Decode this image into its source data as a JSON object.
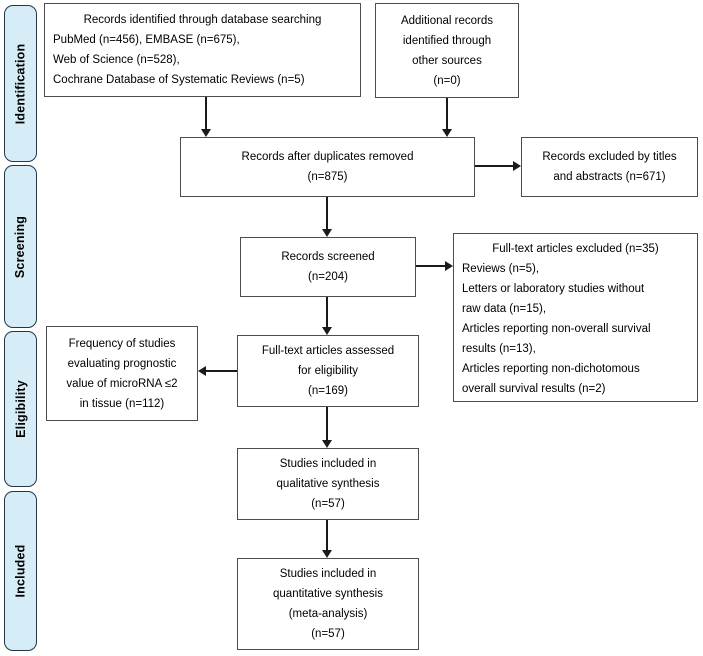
{
  "sidebar": {
    "stages": [
      {
        "label": "Identification"
      },
      {
        "label": "Screening"
      },
      {
        "label": "Eligibility"
      },
      {
        "label": "Included"
      }
    ]
  },
  "boxes": {
    "db_search": {
      "lines": [
        "Records identified through database searching",
        "PubMed (n=456), EMBASE (n=675),",
        "Web of Science (n=528),",
        "Cochrane Database of Systematic Reviews (n=5)"
      ]
    },
    "other_sources": {
      "lines": [
        "Additional records",
        "identified through",
        "other sources",
        "(n=0)"
      ]
    },
    "duplicates_removed": {
      "lines": [
        "Records after duplicates removed",
        "(n=875)"
      ]
    },
    "excluded_titles": {
      "lines": [
        "Records excluded by titles",
        "and abstracts (n=671)"
      ]
    },
    "records_screened": {
      "lines": [
        "Records screened",
        "(n=204)"
      ]
    },
    "fulltext_excluded": {
      "lines": [
        "Full-text articles excluded (n=35)",
        "Reviews (n=5),",
        "Letters or laboratory studies without",
        "raw data (n=15),",
        "Articles reporting non-overall survival",
        "results (n=13),",
        "Articles reporting non-dichotomous",
        "overall survival results (n=2)"
      ]
    },
    "fulltext_assessed": {
      "lines": [
        "Full-text articles assessed",
        "for eligibility",
        "(n=169)"
      ]
    },
    "frequency": {
      "lines": [
        "Frequency of studies",
        "evaluating prognostic",
        "value of microRNA ≤2",
        "in tissue (n=112)"
      ]
    },
    "qualitative": {
      "lines": [
        "Studies included in",
        "qualitative synthesis",
        "(n=57)"
      ]
    },
    "quantitative": {
      "lines": [
        "Studies included in",
        "quantitative synthesis",
        "(meta-analysis)",
        "(n=57)"
      ]
    }
  },
  "colors": {
    "stage_fill": "#d6ecf7",
    "stage_border": "#22384a",
    "box_border": "#4d4d4d",
    "arrow": "#1a1a1a"
  }
}
